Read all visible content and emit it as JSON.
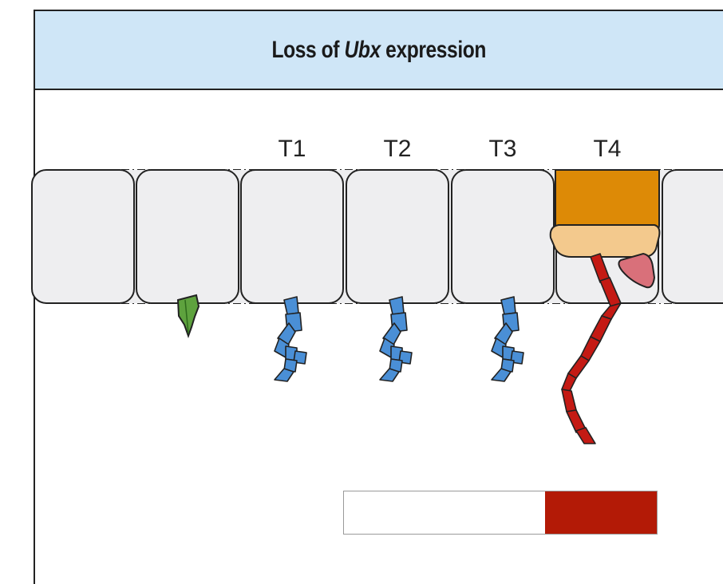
{
  "title": {
    "prefix": "Loss of ",
    "gene": "Ubx",
    "suffix": " expression"
  },
  "segments": [
    {
      "label": "T1"
    },
    {
      "label": "T2"
    },
    {
      "label": "T3"
    },
    {
      "label": "T4"
    }
  ],
  "colors": {
    "title_bg": "#cfe6f7",
    "segment_fill": "#eeeef0",
    "head_appendage": "#5ea23e",
    "thoracic_leg": "#4a8fd6",
    "transformed_leg": "#c41a14",
    "t4_tergite": "#dd8a06",
    "t4_pleural_plate": "#f3c98d",
    "t4_gill": "#d9707a",
    "legend_high": "#b31a06",
    "legend_low": "#ffffff"
  }
}
